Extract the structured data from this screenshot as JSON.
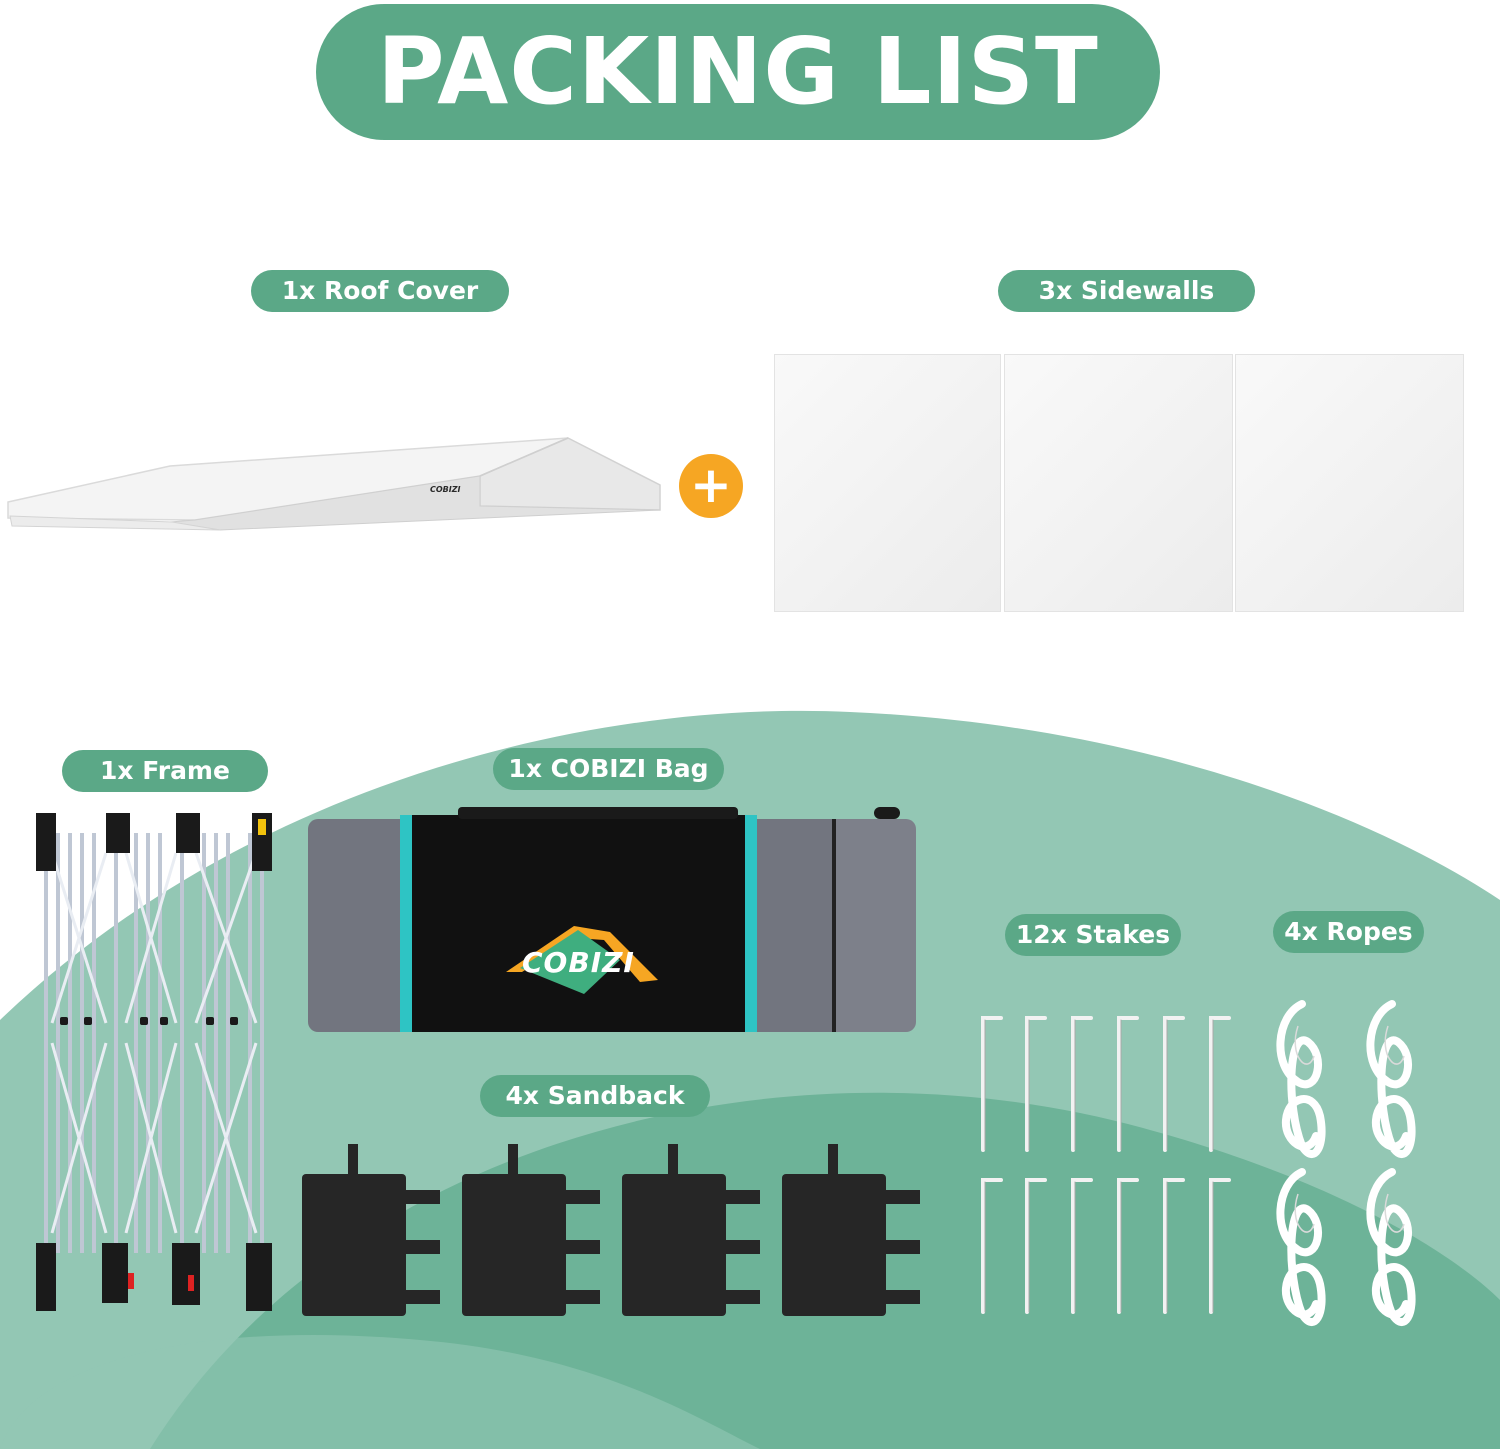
{
  "title": "PACKING LIST",
  "brand": {
    "logo_text": "COBIZI",
    "logo_text_small": "COBIZI"
  },
  "colors": {
    "accent": "#5ba887",
    "bg_green_light": "#93c7b4",
    "bg_green_mid": "#6db398",
    "plus_orange": "#f6a623",
    "bag_black": "#111111",
    "bag_gray": "#707480",
    "bag_teal": "#2ec4c4"
  },
  "items": {
    "roof_cover": "1x Roof Cover",
    "sidewalls": "3x Sidewalls",
    "frame": "1x Frame",
    "bag": "1x COBIZI Bag",
    "sandback": "4x Sandback",
    "stakes": "12x Stakes",
    "ropes": "4x Ropes"
  },
  "icons": {
    "plus": "plus-icon"
  },
  "counts": {
    "sidewalls": 3,
    "sandbags": 4,
    "stakes": 12,
    "ropes": 4
  }
}
